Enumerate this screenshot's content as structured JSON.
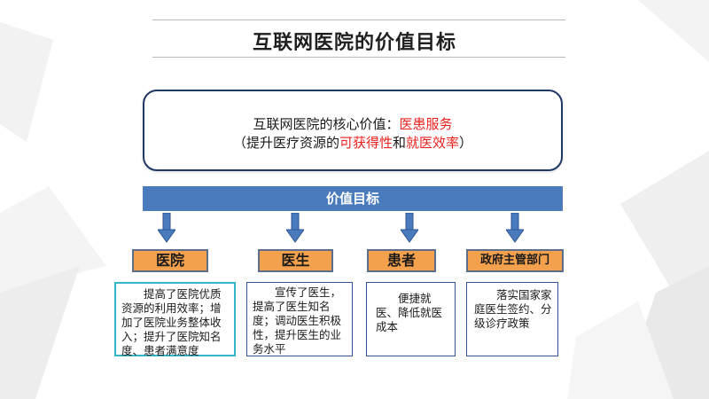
{
  "slide": {
    "title": "互联网医院的价值目标"
  },
  "core": {
    "line1_prefix": "互联网医院的核心价值：",
    "line1_highlight": "医患服务",
    "line2_open": "（提升医疗资源的",
    "line2_highlight1": "可获得性",
    "line2_and": "和",
    "line2_highlight2": "就医效率",
    "line2_close": "）"
  },
  "value_bar": {
    "label": "价值目标"
  },
  "categories": [
    {
      "label": "医院",
      "description": "提高了医院优质资源的利用效率；增加了医院业务整体收入；提升了医院知名度、患者满意度"
    },
    {
      "label": "医生",
      "description": "宣传了医生，提高了医生知名度；调动医生积极性，提升医生的业务水平"
    },
    {
      "label": "患者",
      "description": "便捷就医、降低就医成本"
    },
    {
      "label": "政府主管部门",
      "description": "落实国家家庭医生签约、分级诊疗政策"
    }
  ],
  "colors": {
    "accent_red": "#e8201c",
    "bar_blue": "#4a7bbd",
    "category_orange": "#f4a14d",
    "box_border_navy": "#1f3864",
    "teal_border": "#35b6c8"
  }
}
